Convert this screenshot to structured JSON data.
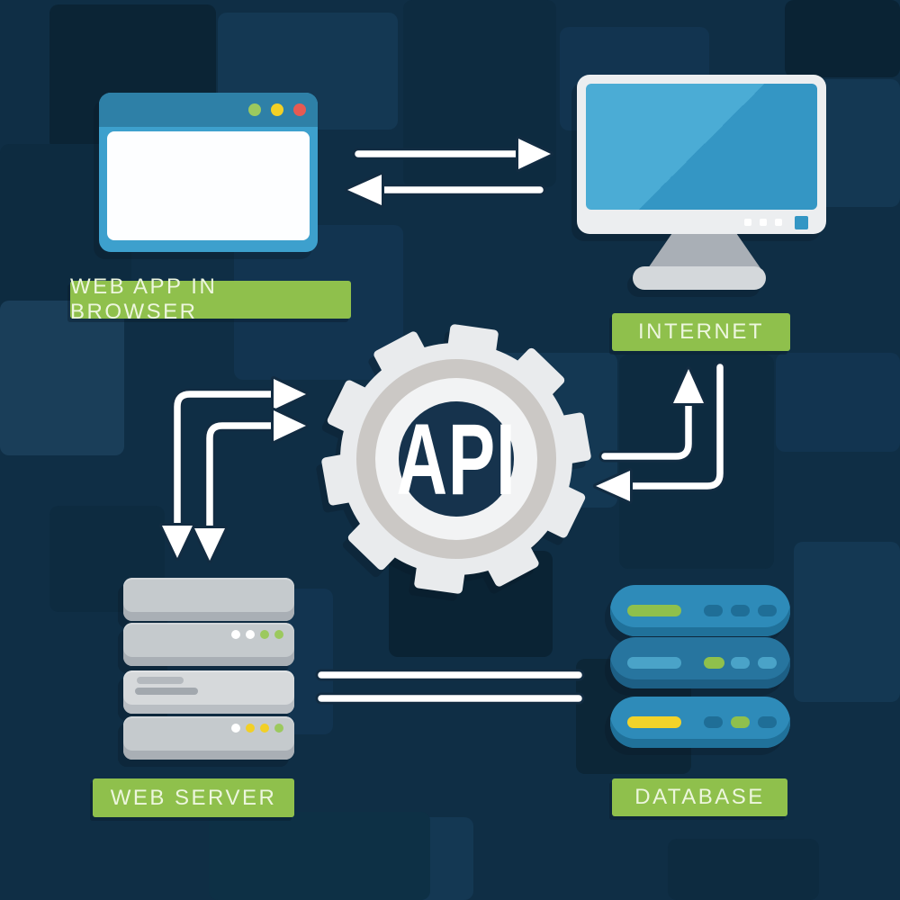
{
  "diagram": {
    "center": {
      "id": "api",
      "label": "API",
      "icon": "gear-icon"
    },
    "nodes": [
      {
        "id": "web-app",
        "label": "WEB APP IN BROWSER",
        "icon": "browser-window-icon",
        "position": "top-left"
      },
      {
        "id": "internet",
        "label": "INTERNET",
        "icon": "monitor-icon",
        "position": "top-right"
      },
      {
        "id": "web-server",
        "label": "WEB SERVER",
        "icon": "server-icon",
        "position": "bottom-left"
      },
      {
        "id": "database",
        "label": "DATABASE",
        "icon": "database-icon",
        "position": "bottom-right"
      }
    ],
    "connections": [
      {
        "from": "web-app",
        "to": "internet",
        "style": "straight-arrow-right"
      },
      {
        "from": "internet",
        "to": "web-app",
        "style": "straight-arrow-left"
      },
      {
        "from": "api",
        "to": "web-server",
        "style": "elbow-double-headed-outer"
      },
      {
        "from": "api",
        "to": "web-server",
        "style": "elbow-double-headed-inner"
      },
      {
        "from": "api",
        "to": "internet",
        "style": "elbow-arrow-up"
      },
      {
        "from": "internet",
        "to": "api",
        "style": "elbow-arrow-left"
      },
      {
        "from": "web-server",
        "to": "database",
        "style": "two-plain-lines"
      }
    ]
  },
  "colors": {
    "background_base": "#0f2e45",
    "tile_dark": "#0a2334",
    "tile_light": "#1a3e59",
    "label_bg": "#8fc04c",
    "label_text": "#edf6de",
    "arrow": "#ffffff",
    "arrow_outline": "#122c42",
    "browser_frame": "#3da0cd",
    "browser_titlebar": "#2e80a7",
    "traffic_dot_green": "#9cc95e",
    "traffic_dot_yellow": "#f2d026",
    "traffic_dot_red": "#e65a52",
    "monitor_frame": "#eceef0",
    "monitor_screen": "#3496c4",
    "monitor_screen_gloss": "#4bacd5",
    "monitor_stand": "#a9afb6",
    "server_slab": "#c5cacd",
    "server_slab_light": "#d6d9db",
    "database_slab": "#2e8bb9",
    "database_slab_dark": "#27759f",
    "database_pill_green": "#8fc04c",
    "database_pill_yellow": "#f2d32a",
    "gear_body": "#e9ebed",
    "gear_ring_gray": "#cbc8c5",
    "gear_ring_white": "#f2f3f4",
    "gear_center": "#16334d"
  }
}
